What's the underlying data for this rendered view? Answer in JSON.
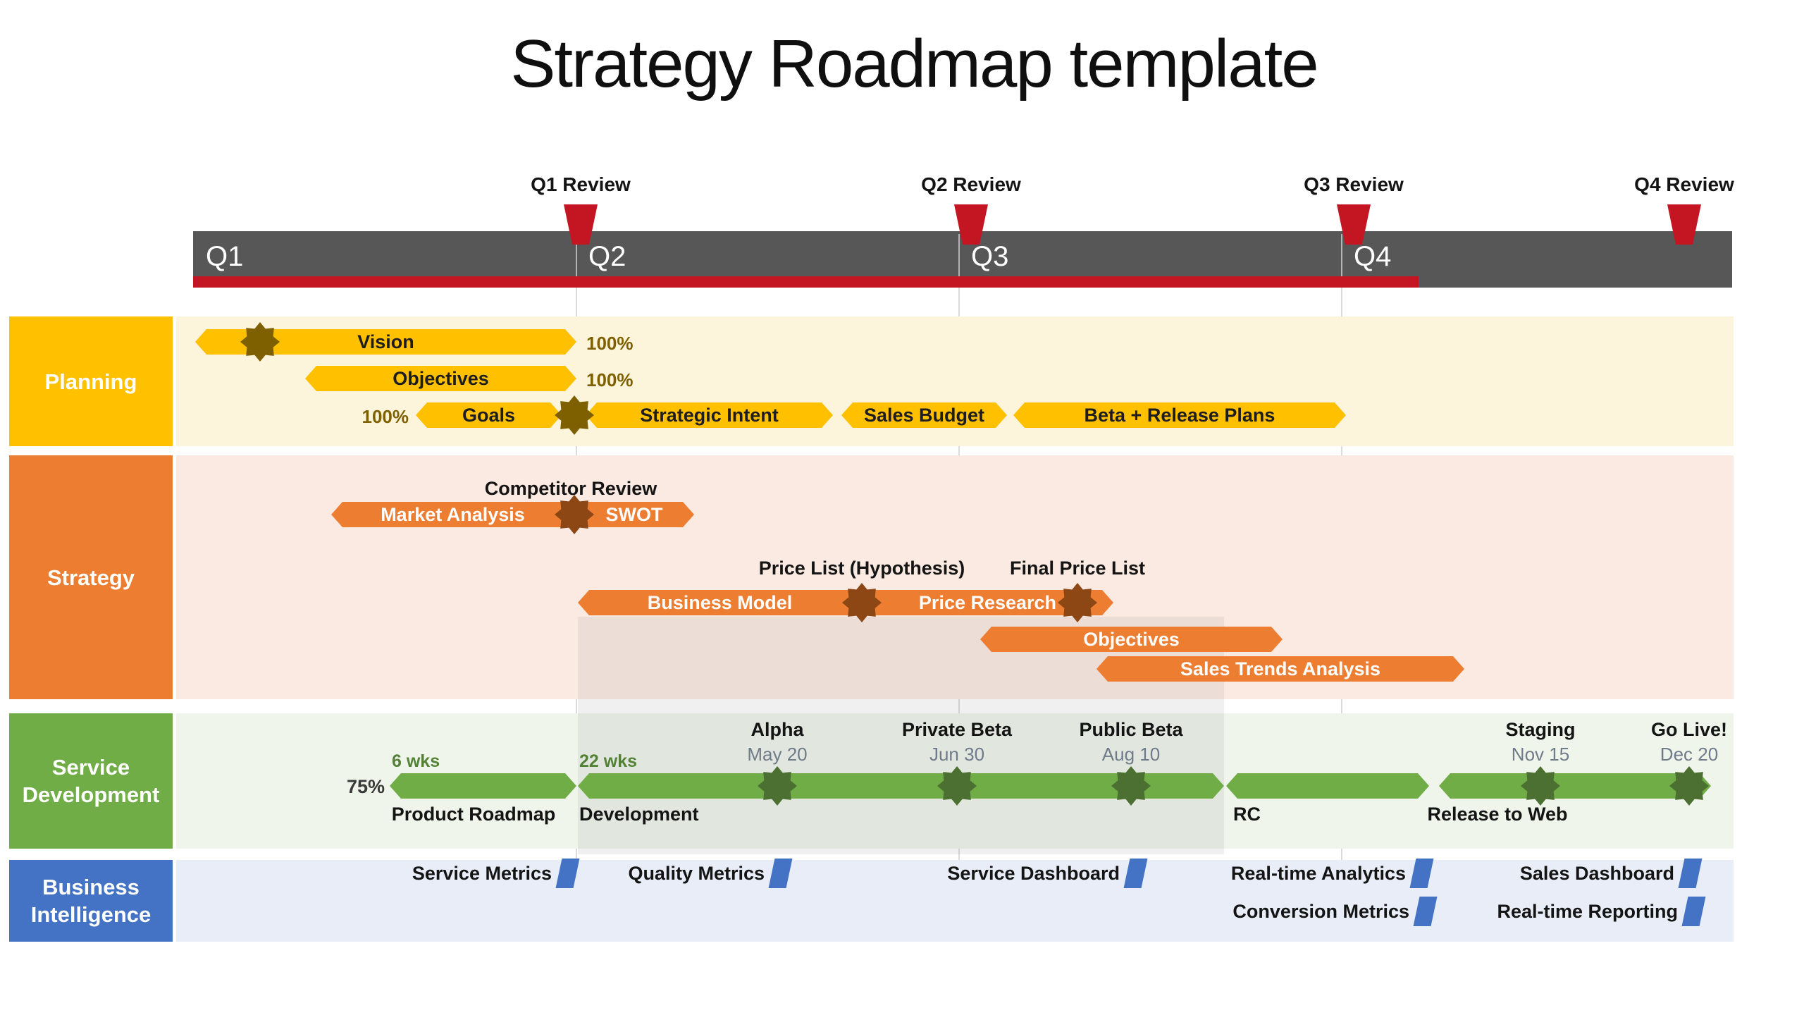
{
  "title": "Strategy Roadmap template",
  "colors": {
    "gold": "#FFC000",
    "orange": "#ED7D31",
    "green": "#70AD47",
    "blue": "#4472C4",
    "timeline_bar": "#575757",
    "review_red": "#C31622",
    "star_on_gold": "#7F6000",
    "star_on_orange": "#8C4715",
    "star_on_green": "#4C7031",
    "date_text": "#6F7B8A",
    "elapsed_text": "#538135",
    "percent_text": "#7F6000",
    "row_band_planning": "#FDF4DC",
    "row_band_strategy": "#FBEAE2",
    "row_band_service": "#EFF5EA",
    "row_band_bi": "#E9EDF7"
  },
  "timeline": {
    "quarters": [
      {
        "label": "Q1"
      },
      {
        "label": "Q2"
      },
      {
        "label": "Q3"
      },
      {
        "label": "Q4"
      }
    ],
    "reviews": [
      {
        "label": "Q1 Review"
      },
      {
        "label": "Q2 Review"
      },
      {
        "label": "Q3 Review"
      },
      {
        "label": "Q4 Review"
      }
    ],
    "progress_percent": 80
  },
  "sidebar": {
    "rows": [
      {
        "label": "Planning"
      },
      {
        "label": "Strategy"
      },
      {
        "label": "Service Development"
      },
      {
        "label": "Business Intelligence"
      }
    ]
  },
  "planning": {
    "vision": {
      "label": "Vision",
      "percent": "100%"
    },
    "objectives": {
      "label": "Objectives",
      "percent": "100%"
    },
    "goals": {
      "label": "Goals",
      "percent": "100%"
    },
    "strategic_intent": {
      "label": "Strategic Intent"
    },
    "sales_budget": {
      "label": "Sales Budget"
    },
    "beta_release_plans": {
      "label": "Beta + Release Plans"
    }
  },
  "strategy": {
    "competitor_review": {
      "label": "Competitor Review"
    },
    "market_analysis": {
      "label": "Market Analysis"
    },
    "swot": {
      "label": "SWOT"
    },
    "price_list_hypothesis": {
      "label": "Price List (Hypothesis)"
    },
    "business_model": {
      "label": "Business Model"
    },
    "price_research": {
      "label": "Price Research"
    },
    "final_price_list": {
      "label": "Final Price List"
    },
    "objectives": {
      "label": "Objectives"
    },
    "sales_trends": {
      "label": "Sales Trends Analysis"
    }
  },
  "service": {
    "product_roadmap": {
      "label": "Product Roadmap",
      "elapsed": "6 wks",
      "percent": "75%"
    },
    "development": {
      "label": "Development",
      "elapsed": "22 wks"
    },
    "rc": {
      "label": "RC"
    },
    "release_to_web": {
      "label": "Release to Web"
    },
    "milestones": [
      {
        "name": "Alpha",
        "date": "May 20"
      },
      {
        "name": "Private Beta",
        "date": "Jun 30"
      },
      {
        "name": "Public Beta",
        "date": "Aug 10"
      },
      {
        "name": "Staging",
        "date": "Nov 15"
      },
      {
        "name": "Go Live!",
        "date": "Dec 20"
      }
    ]
  },
  "bi": {
    "row1": [
      {
        "label": "Service Metrics"
      },
      {
        "label": "Quality Metrics"
      },
      {
        "label": "Service Dashboard"
      },
      {
        "label": "Real-time Analytics"
      },
      {
        "label": "Sales Dashboard"
      }
    ],
    "row2": [
      {
        "label": "Conversion Metrics"
      },
      {
        "label": "Real-time Reporting"
      }
    ]
  }
}
